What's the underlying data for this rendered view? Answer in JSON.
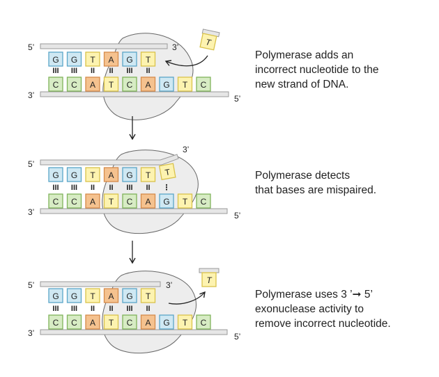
{
  "colors": {
    "G": "#cfe8f3",
    "G_border": "#5aa6c8",
    "T": "#fdf3b0",
    "T_border": "#d9c24a",
    "A": "#f5c28f",
    "A_border": "#d58a4a",
    "C": "#d7ecc4",
    "C_border": "#7fb35a",
    "backbone": "#e6e6e6",
    "backbone_border": "#999999",
    "enzyme": "#ededed",
    "enzyme_border": "#666666",
    "text": "#222222"
  },
  "panels": [
    {
      "id": "add",
      "top_strand": {
        "left_end": "5’",
        "right_end": "3’"
      },
      "bottom_strand": {
        "left_end": "3’",
        "right_end": "5’"
      },
      "top_bases": [
        "G",
        "G",
        "T",
        "A",
        "G",
        "T"
      ],
      "bonds": [
        "III",
        "III",
        "II",
        "II",
        "III",
        "II"
      ],
      "bottom_bases": [
        "C",
        "C",
        "A",
        "T",
        "C",
        "A",
        "G",
        "T",
        "C"
      ],
      "free_nucleotide": "T",
      "caption": [
        "Polymerase adds an",
        "incorrect nucleotide to the",
        "new strand of DNA."
      ]
    },
    {
      "id": "detect",
      "top_strand": {
        "left_end": "5’",
        "right_end": "3’"
      },
      "bottom_strand": {
        "left_end": "3’",
        "right_end": "5’"
      },
      "top_bases": [
        "G",
        "G",
        "T",
        "A",
        "G",
        "T",
        "T"
      ],
      "bonds": [
        "III",
        "III",
        "II",
        "II",
        "III",
        "II",
        "⋮"
      ],
      "bottom_bases": [
        "C",
        "C",
        "A",
        "T",
        "C",
        "A",
        "G",
        "T",
        "C"
      ],
      "caption": [
        "Polymerase detects",
        "that bases are mispaired."
      ]
    },
    {
      "id": "remove",
      "top_strand": {
        "left_end": "5’",
        "right_end": "3’"
      },
      "bottom_strand": {
        "left_end": "3’",
        "right_end": "5’"
      },
      "top_bases": [
        "G",
        "G",
        "T",
        "A",
        "G",
        "T"
      ],
      "bonds": [
        "III",
        "III",
        "II",
        "II",
        "III",
        "II"
      ],
      "bottom_bases": [
        "C",
        "C",
        "A",
        "T",
        "C",
        "A",
        "G",
        "T",
        "C"
      ],
      "free_nucleotide": "T",
      "caption": [
        "Polymerase uses 3 ’➞ 5’",
        "exonuclease activity to",
        "remove incorrect nucleotide."
      ]
    }
  ]
}
